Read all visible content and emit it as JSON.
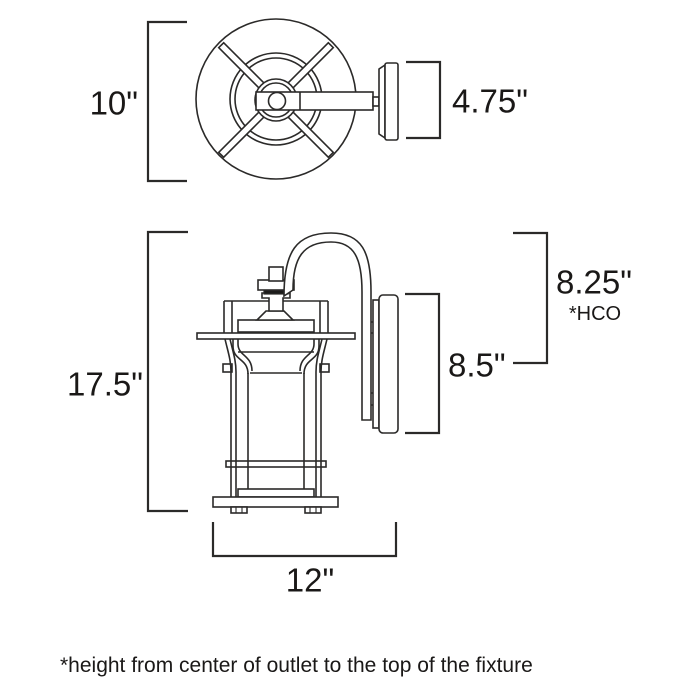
{
  "colors": {
    "line": "#2b2a29",
    "text": "#1a1817",
    "background": "#ffffff"
  },
  "diagram": {
    "top_view": {
      "height_label": "10\"",
      "backplate_depth_label": "4.75\""
    },
    "side_view": {
      "overall_height_label": "17.5\"",
      "backplate_height_label": "8.5\"",
      "outlet_to_top_label": "8.25\"",
      "outlet_note_label": "*HCO",
      "width_label": "12\""
    },
    "footnote": "*height from center of outlet to the top of the fixture"
  }
}
